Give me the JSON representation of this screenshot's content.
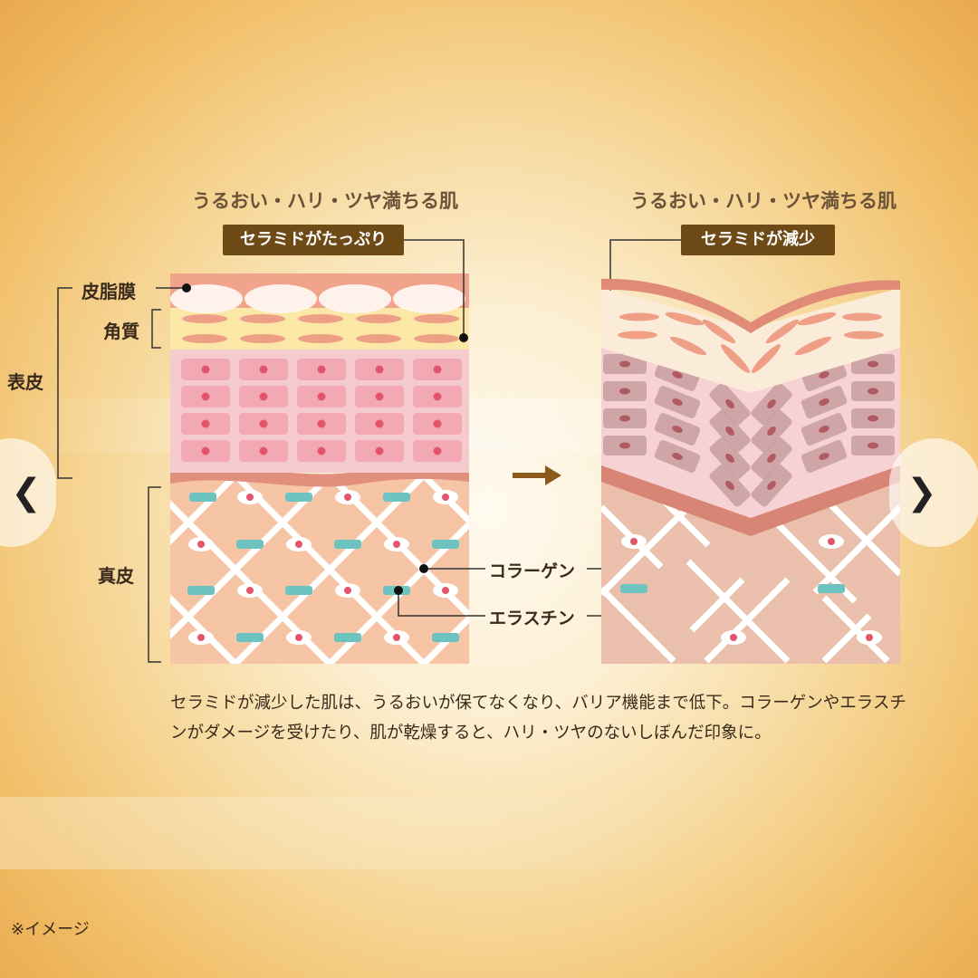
{
  "left_panel": {
    "heading": "うるおい・ハリ・ツヤ満ちる肌",
    "badge": "セラミドがたっぷり"
  },
  "right_panel": {
    "heading": "うるおい・ハリ・ツヤ満ちる肌",
    "badge": "セラミドが減少"
  },
  "layers": {
    "sebum": "皮脂膜",
    "stratum": "角質",
    "epidermis": "表皮",
    "dermis": "真皮"
  },
  "fibers": {
    "collagen": "コラーゲン",
    "elastin": "エラスチン"
  },
  "description": "セラミドが減少した肌は、うるおいが保てなくなり、バリア機能まで低下。コラーゲンやエラスチンがダメージを受けたり、肌が乾燥すると、ハリ・ツヤのないしぼんだ印象に。",
  "footnote": "※イメージ",
  "nav": {
    "prev": "❮",
    "next": "❯"
  },
  "colors": {
    "badge_bg": "#6e4a17",
    "sebum": "#f0a48c",
    "stratum": "#fbe7a6",
    "stratum_cell": "#ee9f86",
    "epidermis": "#f6cbd0",
    "epidermis_cell": "#f3a9b4",
    "nucleus": "#e2556b",
    "dermis": "#f6c5a6",
    "fiber": "#ffffff",
    "elastin": "#6cc3bf",
    "damaged_dermis": "#eabfab",
    "damaged_cell": "#c99da0",
    "damaged_nucleus": "#b05b61",
    "arrow": "#8a5a1a"
  }
}
